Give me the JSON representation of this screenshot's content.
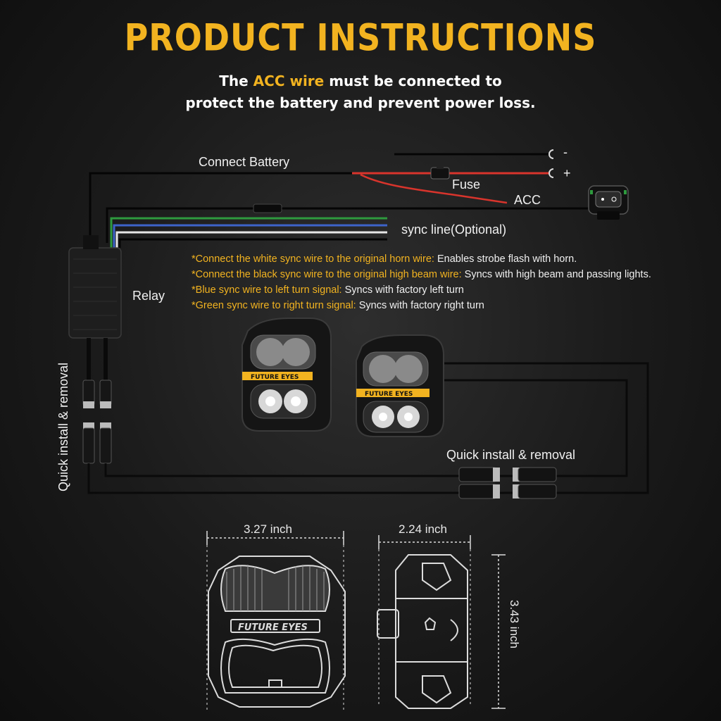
{
  "header": {
    "title": "PRODUCT INSTRUCTIONS",
    "subtitle_pre": "The ",
    "subtitle_highlight": "ACC wire",
    "subtitle_post": " must be connected to",
    "subtitle_line2": "protect the battery and prevent power loss."
  },
  "wiring": {
    "connect_battery": "Connect Battery",
    "fuse": "Fuse",
    "acc": "ACC",
    "sync_line": "sync line(Optional)",
    "relay": "Relay",
    "terminal_negative": "-",
    "terminal_positive": "+",
    "quick_install_left": "Quick install & removal",
    "quick_install_right": "Quick install & removal",
    "light_brand": "FUTURE EYES"
  },
  "notes": [
    {
      "highlight": "*Connect the white sync wire to the original horn wire:",
      "text": " Enables strobe flash with horn."
    },
    {
      "highlight": "*Connect the black sync wire to the original high beam wire:",
      "text": " Syncs with high beam and passing lights."
    },
    {
      "highlight": "*Blue sync wire to left turn signal:",
      "text": " Syncs with factory left turn"
    },
    {
      "highlight": "*Green sync wire to right turn signal:",
      "text": " Syncs with factory right turn"
    }
  ],
  "dimensions": {
    "width": "3.27 inch",
    "depth": "2.24 inch",
    "height": "3.43 inch",
    "brand": "FUTURE EYES"
  },
  "colors": {
    "accent": "#f2b320",
    "wire_red": "#d8342c",
    "wire_green": "#2e9a3e",
    "wire_blue": "#3d63c9",
    "wire_white": "#e6e6e6",
    "wire_black": "#050505"
  }
}
